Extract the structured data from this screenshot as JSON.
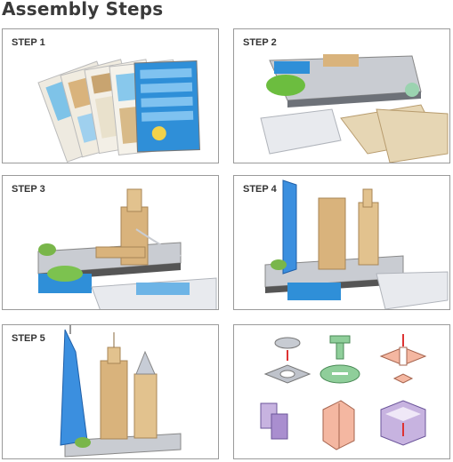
{
  "header": {
    "title": "Assembly Steps"
  },
  "steps": [
    {
      "label": "STEP 1"
    },
    {
      "label": "STEP 2"
    },
    {
      "label": "STEP 3"
    },
    {
      "label": "STEP 4"
    },
    {
      "label": "STEP 5"
    }
  ],
  "colors": {
    "panel_border": "#9a9a9a",
    "water_blue": "#2f8fd8",
    "tan": "#d9b37c",
    "foam_grey": "#dcdcdc"
  }
}
